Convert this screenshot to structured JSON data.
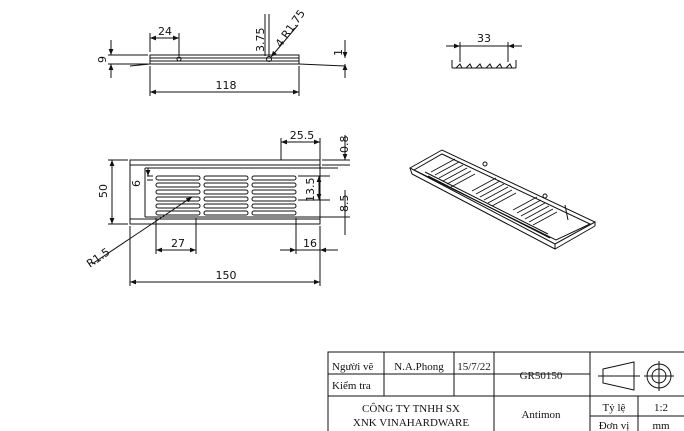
{
  "views": {
    "top_side": {
      "dims": [
        "24",
        "3.75",
        "4 R1.75",
        "9",
        "1",
        "118"
      ]
    },
    "end_view": {
      "dims": [
        "33"
      ]
    },
    "front": {
      "dims": [
        "25.5",
        "0.8",
        "6",
        "50",
        "13.5",
        "8.5",
        "27",
        "16",
        "R1.5",
        "150"
      ]
    }
  },
  "title_block": {
    "drawn_by_label": "Người vẽ",
    "drawn_by": "N.A.Phong",
    "date": "15/7/22",
    "checked_label": "Kiểm tra",
    "part_no": "GR50150",
    "company_line1": "CÔNG TY TNHH SX",
    "company_line2": "XNK VINAHARDWARE",
    "material": "Antimon",
    "scale_label": "Tỷ lệ",
    "scale": "1:2",
    "unit_label": "Đơn vị",
    "unit": "mm"
  }
}
